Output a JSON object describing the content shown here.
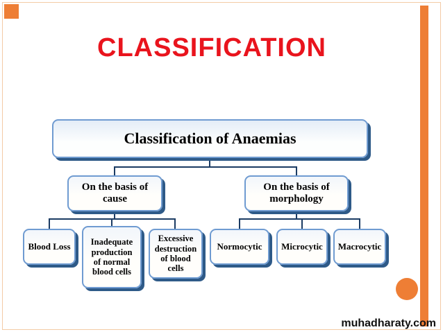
{
  "slide": {
    "title": "CLASSIFICATION",
    "watermark": "muhadharaty.com"
  },
  "colors": {
    "title_red": "#e9141d",
    "accent_orange": "#ee7e35",
    "box_border_blue": "#6f9bd1",
    "box_shadow_blue": "#2e5a88",
    "connector_navy": "#1b3b63"
  },
  "diagram": {
    "root": {
      "label": "Classification of Anaemias"
    },
    "branches": [
      {
        "label": "On the basis of cause",
        "children": [
          {
            "label": "Blood Loss"
          },
          {
            "label": "Inadequate production of normal blood cells"
          },
          {
            "label": "Excessive destruction of blood cells"
          }
        ]
      },
      {
        "label": "On the basis of morphology",
        "children": [
          {
            "label": "Normocytic"
          },
          {
            "label": "Microcytic"
          },
          {
            "label": "Macrocytic"
          }
        ]
      }
    ]
  }
}
